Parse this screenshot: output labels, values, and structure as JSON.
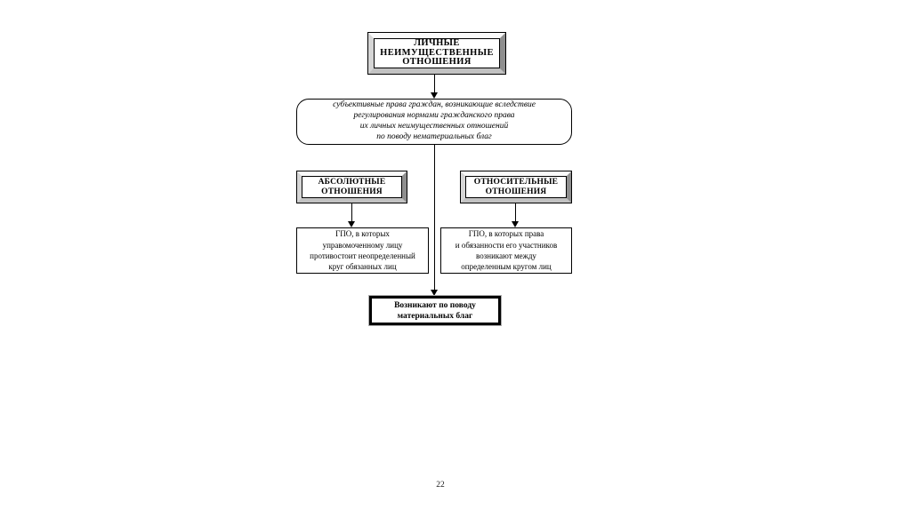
{
  "page": {
    "number": "22"
  },
  "colors": {
    "background": "#ffffff",
    "line": "#000000",
    "box_border": "#000000",
    "bevel_top": "#fafafa",
    "bevel_left": "#d6d6d6",
    "bevel_right": "#8f8f8f",
    "bevel_bottom": "#c2c2c2",
    "bottom_box_outline": "#aaaaaa"
  },
  "diagram": {
    "top_box": {
      "lines": [
        "ЛИЧНЫЕ",
        "НЕИМУЩЕСТВЕННЫЕ",
        "ОТНОШЕНИЯ"
      ]
    },
    "definition_box": {
      "lines": [
        "субъективные права граждан, возникающие вследствие",
        "регулирования нормами гражданского права",
        "их личных неимущественных отношений",
        "по поводу нематериальных благ"
      ]
    },
    "absolute_box": {
      "lines": [
        "АБСОЛЮТНЫЕ",
        "ОТНОШЕНИЯ"
      ]
    },
    "relative_box": {
      "lines": [
        "ОТНОСИТЕЛЬНЫЕ",
        "ОТНОШЕНИЯ"
      ]
    },
    "absolute_desc_box": {
      "lines": [
        "ГПО, в которых",
        "управомоченному лицу",
        "противостоит неопределенный",
        "круг обязанных лиц"
      ]
    },
    "relative_desc_box": {
      "lines": [
        "ГПО, в которых права",
        "и обязанности его участников",
        "возникают между",
        "определенным кругом лиц"
      ]
    },
    "bottom_box": {
      "lines": [
        "Возникают по поводу",
        "материальных благ"
      ]
    }
  }
}
